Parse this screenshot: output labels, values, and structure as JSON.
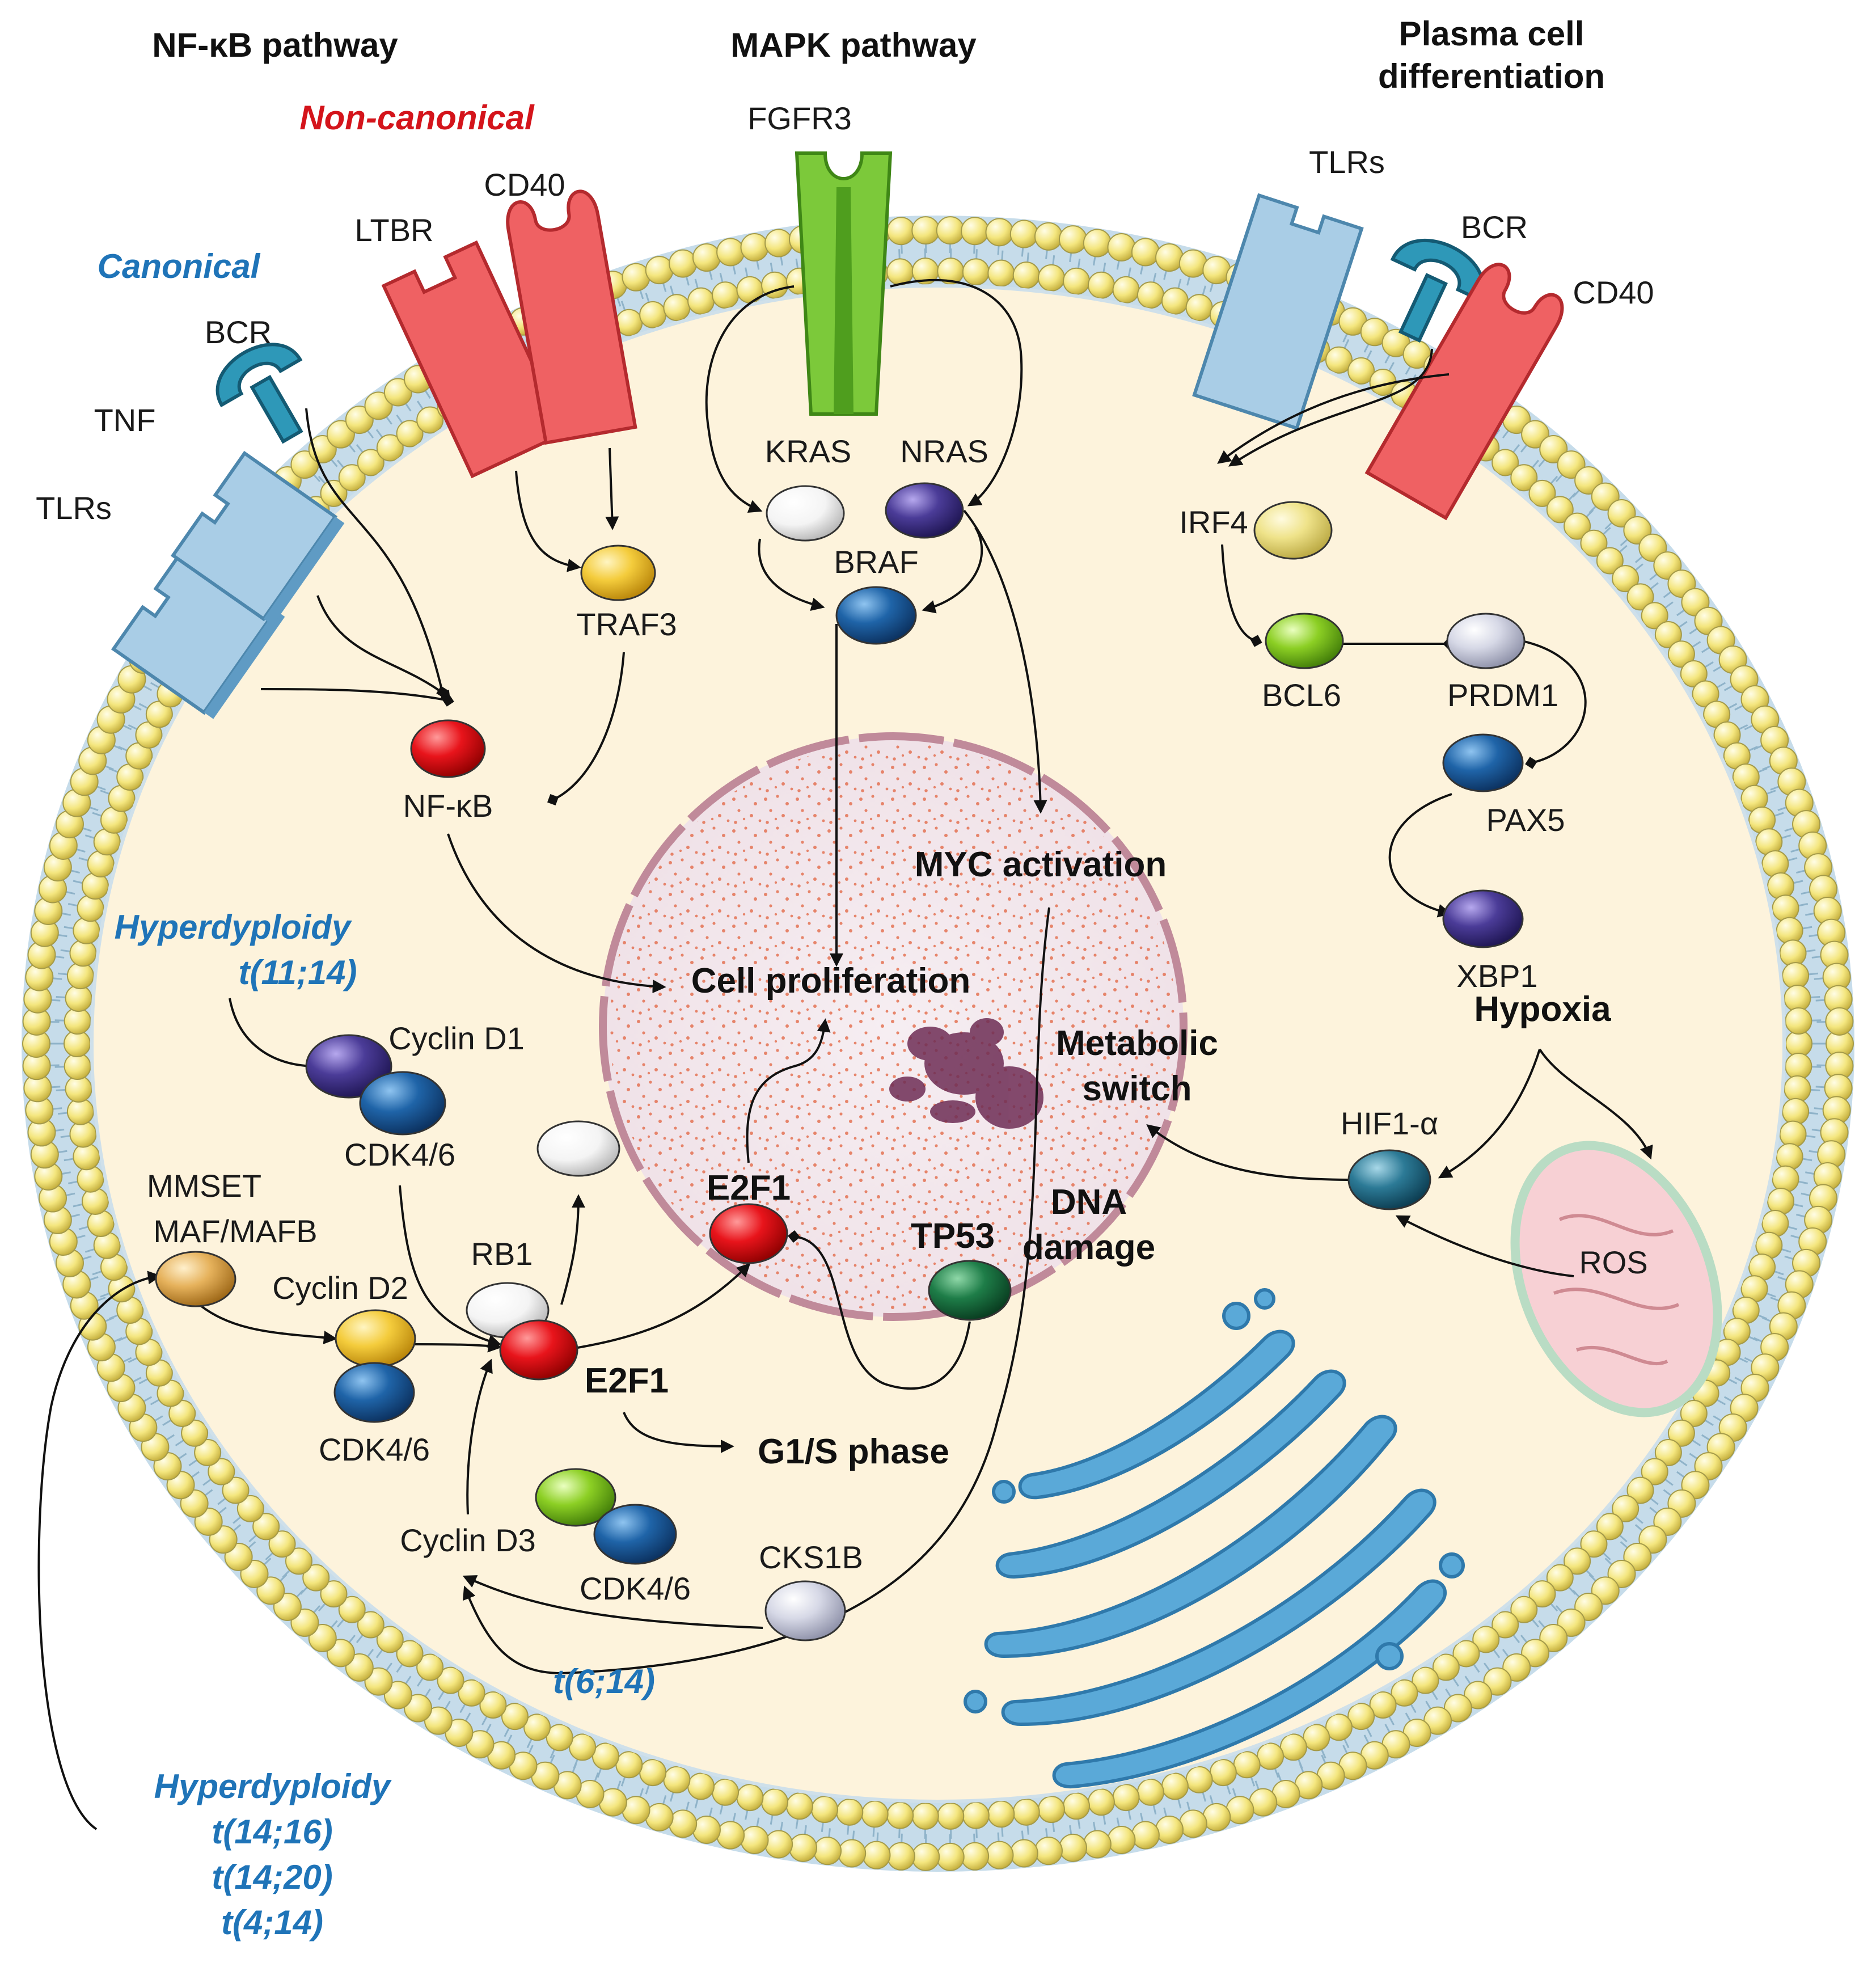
{
  "colors": {
    "red_accent": "#d4141b",
    "blue_accent": "#1f74b8",
    "cytoplasm": "#fdf3dc",
    "membrane_head": "#f6eb8f",
    "nucleus": "#f4e8ec",
    "nucleus_border": "#c08a9a"
  },
  "headers": {
    "nfkb": "NF-κB pathway",
    "mapk": "MAPK pathway",
    "plasma_line1": "Plasma cell",
    "plasma_line2": "differentiation"
  },
  "branches": {
    "noncanonical": "Non-canonical",
    "canonical": "Canonical"
  },
  "receptors": {
    "cd40_left": "CD40",
    "ltbr": "LTBR",
    "bcr_left": "BCR",
    "tnf": "TNF",
    "tlrs_left": "TLRs",
    "fgfr3": "FGFR3",
    "tlrs_right": "TLRs",
    "bcr_right": "BCR",
    "cd40_right": "CD40"
  },
  "proteins": {
    "kras": "KRAS",
    "nras": "NRAS",
    "braf": "BRAF",
    "traf3": "TRAF3",
    "nfkb": "NF-κB",
    "irf4": "IRF4",
    "bcl6": "BCL6",
    "prdm1": "PRDM1",
    "pax5": "PAX5",
    "xbp1": "XBP1",
    "cyclin_d1": "Cyclin D1",
    "cdk46_a": "CDK4/6",
    "mmset": "MMSET",
    "maf": "MAF/MAFB",
    "cyclin_d2": "Cyclin D2",
    "cdk46_b": "CDK4/6",
    "rb1": "RB1",
    "e2f1_cyto": "E2F1",
    "e2f1_nuc": "E2F1",
    "tp53": "TP53",
    "cyclin_d3": "Cyclin D3",
    "cdk46_c": "CDK4/6",
    "cks1b": "CKS1B",
    "hif1a": "HIF1-α",
    "ros": "ROS"
  },
  "processes": {
    "myc": "MYC activation",
    "proliferation": "Cell proliferation",
    "metabolic_1": "Metabolic",
    "metabolic_2": "switch",
    "dna_1": "DNA",
    "dna_2": "damage",
    "hypoxia": "Hypoxia",
    "g1s": "G1/S phase"
  },
  "genetic": {
    "hyper_top": "Hyperdyploidy",
    "t1114": "t(11;14)",
    "t614": "t(6;14)",
    "hyper_bottom": "Hyperdyploidy",
    "t1416": "t(14;16)",
    "t1420": "t(14;20)",
    "t414": "t(4;14)"
  }
}
